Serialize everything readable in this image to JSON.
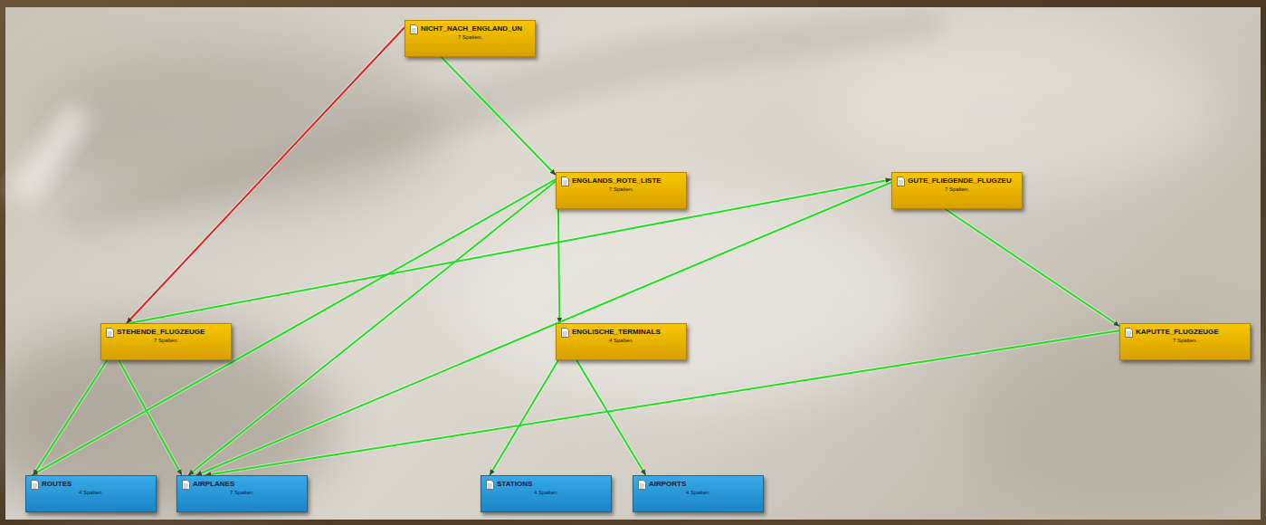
{
  "diagram": {
    "nodes": [
      {
        "text": [
          "NICHT_NACH_ENGLAND_UN",
          "7 Spalten."
        ]
      },
      {
        "text": [
          "ENGLANDS_ROTE_LISTE",
          "7 Spalten."
        ]
      },
      {
        "text": [
          "GUTE_FLIEGENDE_FLUGZEU",
          "7 Spalten."
        ]
      },
      {
        "text": [
          "STEHENDE_FLUGZEUGE",
          "7 Spalten."
        ]
      },
      {
        "text": [
          "ENGLISCHE_TERMINALS",
          "4 Spalten."
        ]
      },
      {
        "text": [
          "KAPUTTE_FLUGZEUGE",
          "7 Spalten."
        ]
      },
      {
        "text": [
          "ROUTES",
          "4 Spalten."
        ]
      },
      {
        "text": [
          "AIRPLANES",
          "7 Spalten."
        ]
      },
      {
        "text": [
          "STATIONS",
          "4 Spalten."
        ]
      },
      {
        "text": [
          "AIRPORTS",
          "4 Spalten."
        ]
      }
    ],
    "edges": [
      {
        "from": 0,
        "to": 1,
        "arrow": "to"
      },
      {
        "from": 0,
        "to": 3,
        "arrow": "to"
      },
      {
        "from": 1,
        "to": 4,
        "arrow": "to"
      },
      {
        "from": 1,
        "to": 6,
        "arrow": "to"
      },
      {
        "from": 1,
        "to": 7,
        "arrow": "to"
      },
      {
        "from": 3,
        "to": 2,
        "arrow": "to"
      },
      {
        "from": 2,
        "to": 7,
        "arrow": "to"
      },
      {
        "from": 2,
        "to": 5,
        "arrow": "to"
      },
      {
        "from": 5,
        "to": 7,
        "arrow": "to"
      },
      {
        "from": 3,
        "to": 6,
        "arrow": "to"
      },
      {
        "from": 3,
        "to": 7,
        "arrow": "to"
      },
      {
        "from": 4,
        "to": 8,
        "arrow": "to"
      },
      {
        "from": 4,
        "to": 9,
        "arrow": "to"
      }
    ]
  }
}
